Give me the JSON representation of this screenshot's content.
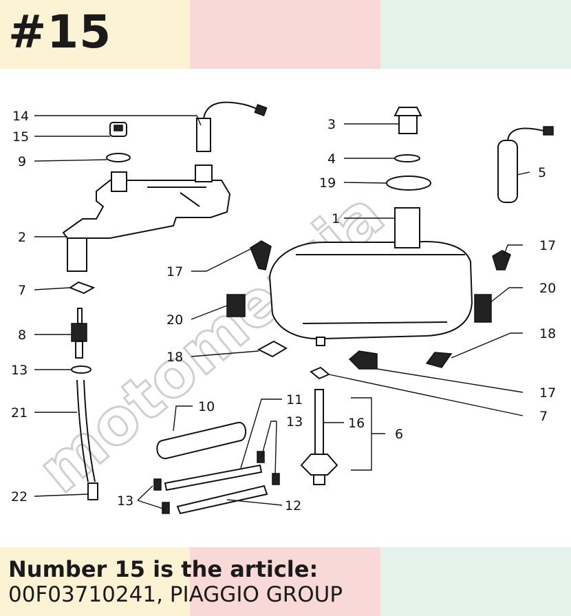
{
  "header": {
    "badge": "#15"
  },
  "caption": {
    "line1": "Number 15 is the article:",
    "line2": "00F03710241, PIAGGIO GROUP"
  },
  "watermark": {
    "text": "motomercia"
  },
  "diagram": {
    "callouts": {
      "c14": "14",
      "c15": "15",
      "c9": "9",
      "c2": "2",
      "c7a": "7",
      "c8": "8",
      "c13a": "13",
      "c21": "21",
      "c22": "22",
      "c3": "3",
      "c4": "4",
      "c19": "19",
      "c5": "5",
      "c1": "1",
      "c17a": "17",
      "c17b": "17",
      "c20a": "20",
      "c20b": "20",
      "c18a": "18",
      "c18b": "18",
      "c17c": "17",
      "c7b": "7",
      "c10": "10",
      "c11": "11",
      "c13b": "13",
      "c16": "16",
      "c6": "6",
      "c13c": "13",
      "c12": "12"
    }
  },
  "colors": {
    "band_yellow": "#fcf3d4",
    "band_pink": "#f9d8d8",
    "band_mint": "#e3f3ec",
    "ink": "#111111"
  }
}
